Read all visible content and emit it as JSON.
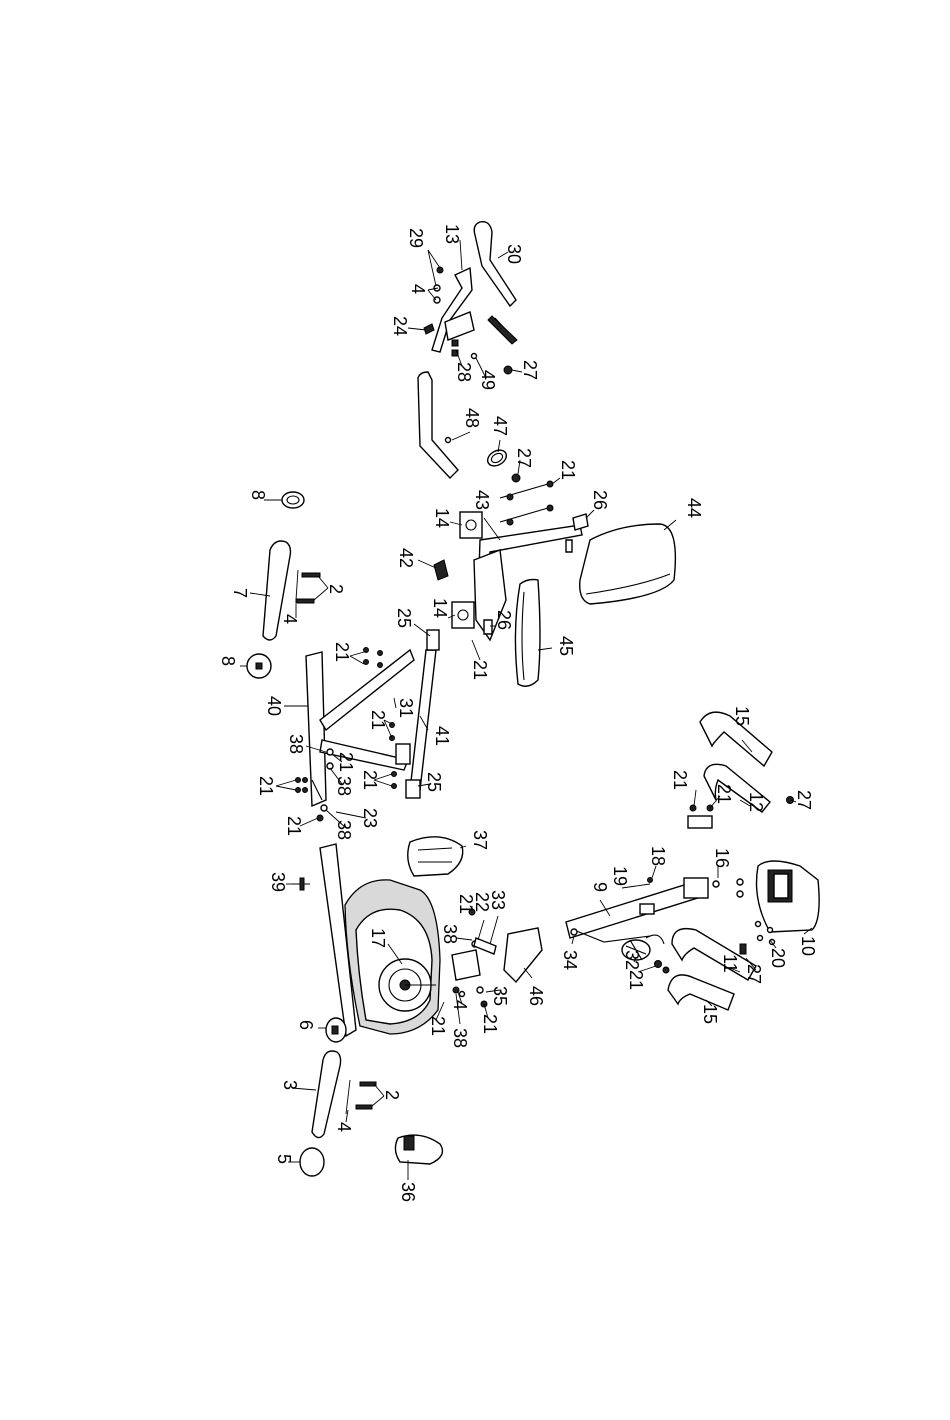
{
  "diagram": {
    "labels": {
      "l30": "30",
      "l13": "13",
      "l29": "29",
      "l4a": "4",
      "l24": "24",
      "l28": "28",
      "l49": "49",
      "l27a": "27",
      "l48": "48",
      "l47": "47",
      "l27b": "27",
      "l21a": "21",
      "l43": "43",
      "l26a": "26",
      "l44": "44",
      "l8a": "8",
      "l14a": "14",
      "l42": "42",
      "l7": "7",
      "l2a": "2",
      "l4b": "4",
      "l25a": "25",
      "l14b": "14",
      "l26b": "26",
      "l21b": "21",
      "l45": "45",
      "l8b": "8",
      "l21c": "21",
      "l40": "40",
      "l31": "31",
      "l21d": "21",
      "l41": "41",
      "l38a": "38",
      "l21e": "21",
      "l38b": "38",
      "l21f": "21",
      "l25b": "25",
      "l21g": "21",
      "l23": "23",
      "l21h": "21",
      "l38c": "38",
      "l15a": "15",
      "l21i": "21",
      "l21j": "21",
      "l12": "12",
      "l27c": "27",
      "l37": "37",
      "l18": "18",
      "l16": "16",
      "l19": "19",
      "l9": "9",
      "l39": "39",
      "l21k": "21",
      "l22": "22",
      "l33": "33",
      "l17": "17",
      "l38d": "38",
      "l10": "10",
      "l20": "20",
      "l34": "34",
      "l32": "32",
      "l27d": "27",
      "l11": "11",
      "l21l": "21",
      "l46": "46",
      "l35": "35",
      "l6": "6",
      "l4c": "4",
      "l21m": "21",
      "l21n": "21",
      "l38e": "38",
      "l15b": "15",
      "l3": "3",
      "l2b": "2",
      "l4d": "4",
      "l5": "5",
      "l36": "36"
    }
  }
}
